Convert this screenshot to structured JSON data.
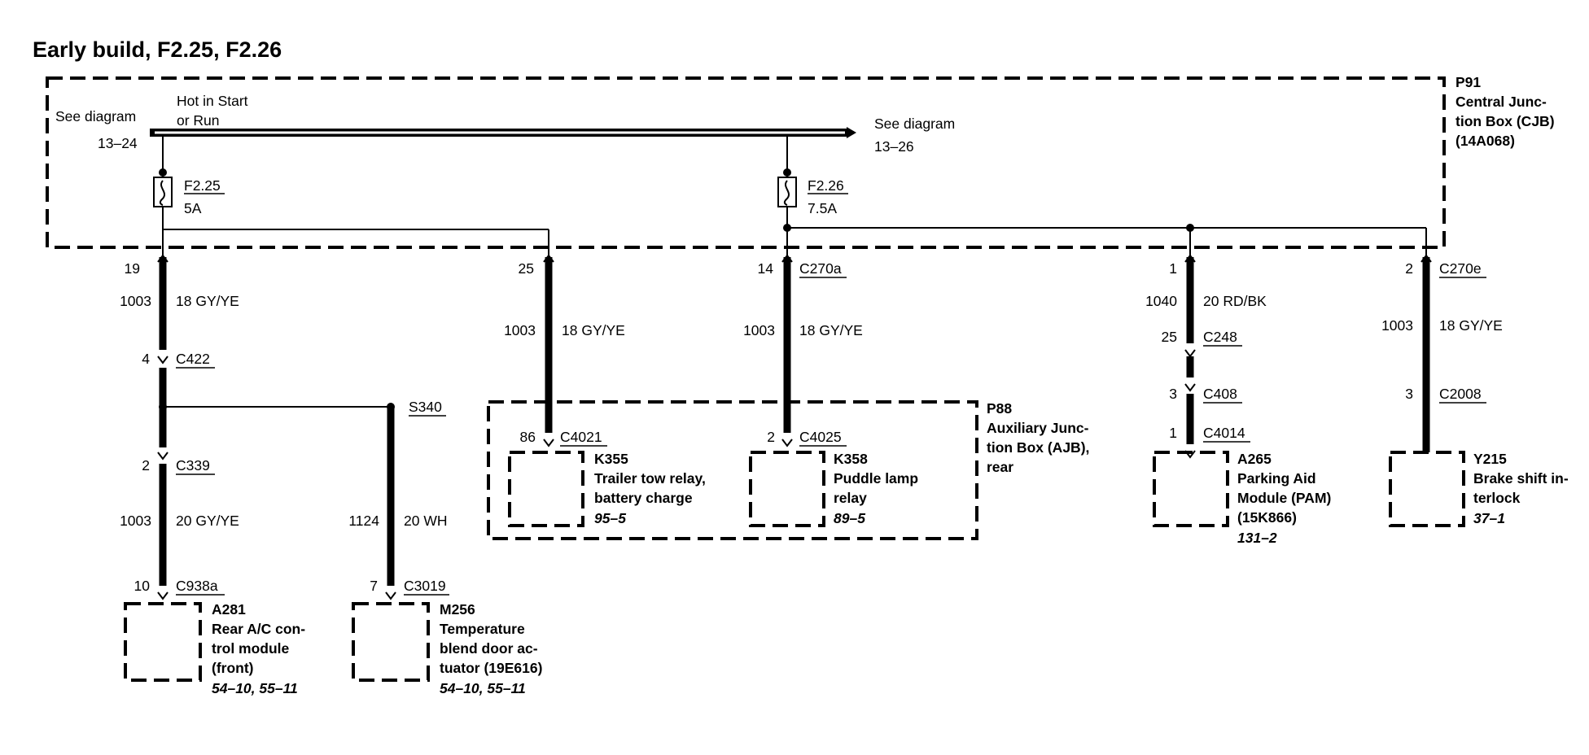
{
  "title": "Early build, F2.25, F2.26",
  "cjb": {
    "id": "P91",
    "name": [
      "Central Junc-",
      "tion Box (CJB)",
      "(14A068)"
    ]
  },
  "busbar": {
    "left_ref": [
      "See diagram",
      "13–24"
    ],
    "hot_label": [
      "Hot in Start",
      "or Run"
    ],
    "right_ref": [
      "See diagram",
      "13–26"
    ]
  },
  "fuses": [
    {
      "id": "F2.25",
      "rating": "5A"
    },
    {
      "id": "F2.26",
      "rating": "7.5A"
    }
  ],
  "circuits": {
    "c1": {
      "pin_top": "19",
      "circuit": "1003",
      "wire": "18 GY/YE"
    },
    "c2": {
      "pin_top": "25",
      "circuit": "1003",
      "wire": "18 GY/YE"
    },
    "c3": {
      "pin_top": "14",
      "connector": "C270a",
      "circuit": "1003",
      "wire": "18 GY/YE"
    },
    "c4": {
      "pin_top": "1",
      "circuit": "1040",
      "wire": "20 RD/BK"
    },
    "c5": {
      "pin_top": "2",
      "connector": "C270e",
      "circuit": "1003",
      "wire": "18 GY/YE"
    }
  },
  "connectors": {
    "c422": {
      "pin": "4",
      "id": "C422"
    },
    "c339": {
      "pin": "2",
      "id": "C339"
    },
    "c938a": {
      "pin": "10",
      "id": "C938a"
    },
    "s340": {
      "id": "S340"
    },
    "c3019": {
      "pin": "7",
      "id": "C3019"
    },
    "c4021": {
      "pin": "86",
      "id": "C4021"
    },
    "c4025": {
      "pin": "2",
      "id": "C4025"
    },
    "c248": {
      "pin": "25",
      "id": "C248"
    },
    "c408": {
      "pin": "3",
      "id": "C408"
    },
    "c4014": {
      "pin": "1",
      "id": "C4014"
    },
    "c2008": {
      "pin": "3",
      "id": "C2008"
    }
  },
  "lower_wires": {
    "w1": {
      "circuit": "1003",
      "wire": "20 GY/YE"
    },
    "w2": {
      "circuit": "1124",
      "wire": "20 WH"
    }
  },
  "ajb": {
    "id": "P88",
    "name": [
      "Auxiliary Junc-",
      "tion Box (AJB),",
      "rear"
    ]
  },
  "components": {
    "k355": {
      "id": "K355",
      "name": [
        "Trailer tow relay,",
        "battery charge"
      ],
      "ref": "95–5"
    },
    "k358": {
      "id": "K358",
      "name": [
        "Puddle lamp",
        "relay"
      ],
      "ref": "89–5"
    },
    "a265": {
      "id": "A265",
      "name": [
        "Parking Aid",
        "Module (PAM)",
        "(15K866)"
      ],
      "ref": "131–2"
    },
    "y215": {
      "id": "Y215",
      "name": [
        "Brake shift in-",
        "terlock"
      ],
      "ref": "37–1"
    },
    "a281": {
      "id": "A281",
      "name": [
        "Rear A/C con-",
        "trol module",
        "(front)"
      ],
      "ref": "54–10, 55–11"
    },
    "m256": {
      "id": "M256",
      "name": [
        "Temperature",
        "blend door ac-",
        "tuator (19E616)"
      ],
      "ref": "54–10, 55–11"
    }
  }
}
